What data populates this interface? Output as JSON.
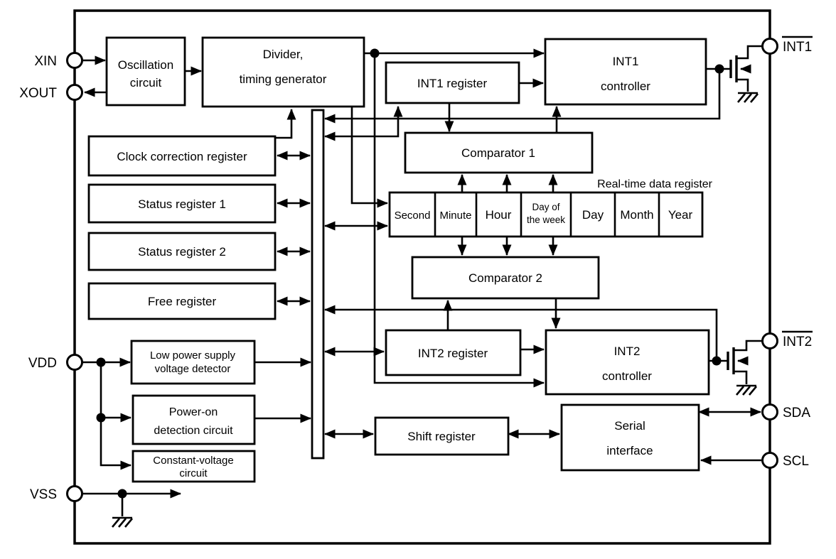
{
  "pins": {
    "xin": "XIN",
    "xout": "XOUT",
    "vdd": "VDD",
    "vss": "VSS",
    "int1": "INT1",
    "int2": "INT2",
    "sda": "SDA",
    "scl": "SCL"
  },
  "blocks": {
    "oscillation": {
      "line1": "Oscillation",
      "line2": "circuit"
    },
    "divider": {
      "line1": "Divider,",
      "line2": "timing generator"
    },
    "clock_correction": {
      "label": "Clock correction register"
    },
    "status1": {
      "label": "Status register 1"
    },
    "status2": {
      "label": "Status register 2"
    },
    "free": {
      "label": "Free register"
    },
    "lpsvd": {
      "line1": "Low power supply",
      "line2": "voltage detector"
    },
    "power_on": {
      "line1": "Power-on",
      "line2": "detection circuit"
    },
    "const_volt": {
      "line1": "Constant-voltage",
      "line2": "circuit"
    },
    "int1_register": {
      "label": "INT1 register"
    },
    "int1_controller": {
      "line1": "INT1",
      "line2": "controller"
    },
    "comparator1": {
      "label": "Comparator 1"
    },
    "comparator2": {
      "label": "Comparator 2"
    },
    "int2_register": {
      "label": "INT2 register"
    },
    "int2_controller": {
      "line1": "INT2",
      "line2": "controller"
    },
    "shift_register": {
      "label": "Shift register"
    },
    "serial_interface": {
      "line1": "Serial",
      "line2": "interface"
    }
  },
  "rtc_register": {
    "title": "Real-time data register",
    "cells": [
      "Second",
      "Minute",
      "Hour",
      "Day of the week",
      "Day",
      "Month",
      "Year"
    ],
    "day_of_week_lines": [
      "Day of",
      "the week"
    ]
  },
  "colors": {
    "line": "#000000",
    "background": "#ffffff",
    "text": "#000000"
  }
}
